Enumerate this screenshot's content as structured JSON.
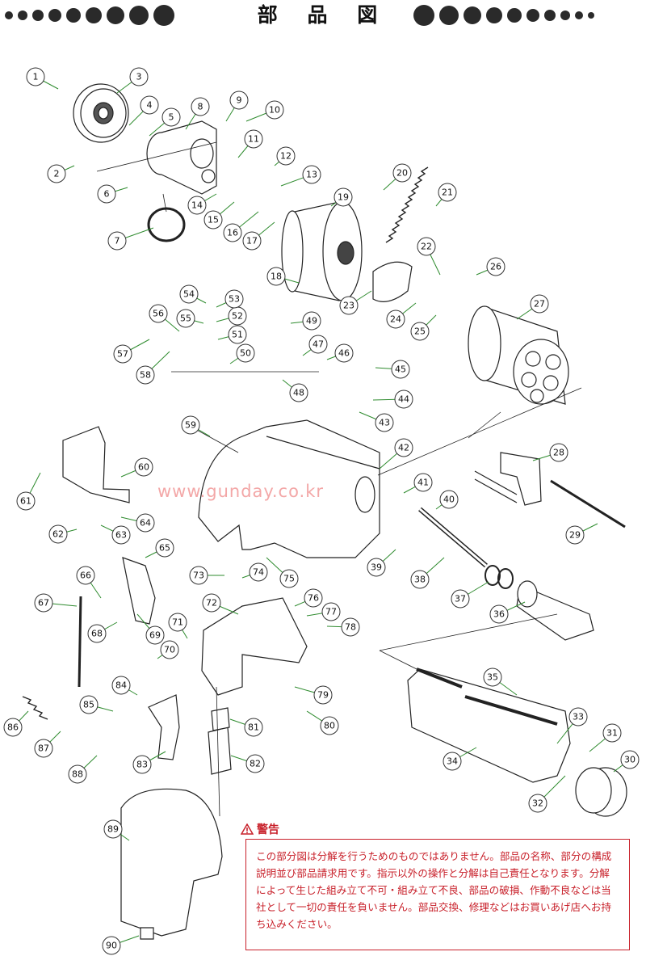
{
  "title": "部 品 図",
  "watermark": "www.gunday.co.kr",
  "warning": {
    "heading": "警告",
    "body": "この部分図は分解を行うためのものではありません。部品の名称、部分の構成説明並び部品請求用です。指示以外の操作と分解は自己責任となります。分解によって生じた組み立て不可・組み立て不良、部品の破損、作動不良などは当社として一切の責任を負いません。部品交換、修理などはお買いあげ店へお持ち込みください。"
  },
  "parts": [
    "1",
    "2",
    "3",
    "4",
    "5",
    "6",
    "7",
    "8",
    "9",
    "10",
    "11",
    "12",
    "13",
    "14",
    "15",
    "16",
    "17",
    "18",
    "19",
    "20",
    "21",
    "22",
    "23",
    "24",
    "25",
    "26",
    "27",
    "28",
    "29",
    "30",
    "31",
    "32",
    "33",
    "34",
    "35",
    "36",
    "37",
    "38",
    "39",
    "40",
    "41",
    "42",
    "43",
    "44",
    "45",
    "46",
    "47",
    "48",
    "49",
    "50",
    "51",
    "52",
    "53",
    "54",
    "55",
    "56",
    "57",
    "58",
    "59",
    "60",
    "61",
    "62",
    "63",
    "64",
    "65",
    "66",
    "67",
    "68",
    "69",
    "70",
    "71",
    "72",
    "73",
    "74",
    "75",
    "76",
    "77",
    "78",
    "79",
    "80",
    "81",
    "82",
    "83",
    "84",
    "85",
    "86",
    "87",
    "88",
    "89",
    "90"
  ]
}
